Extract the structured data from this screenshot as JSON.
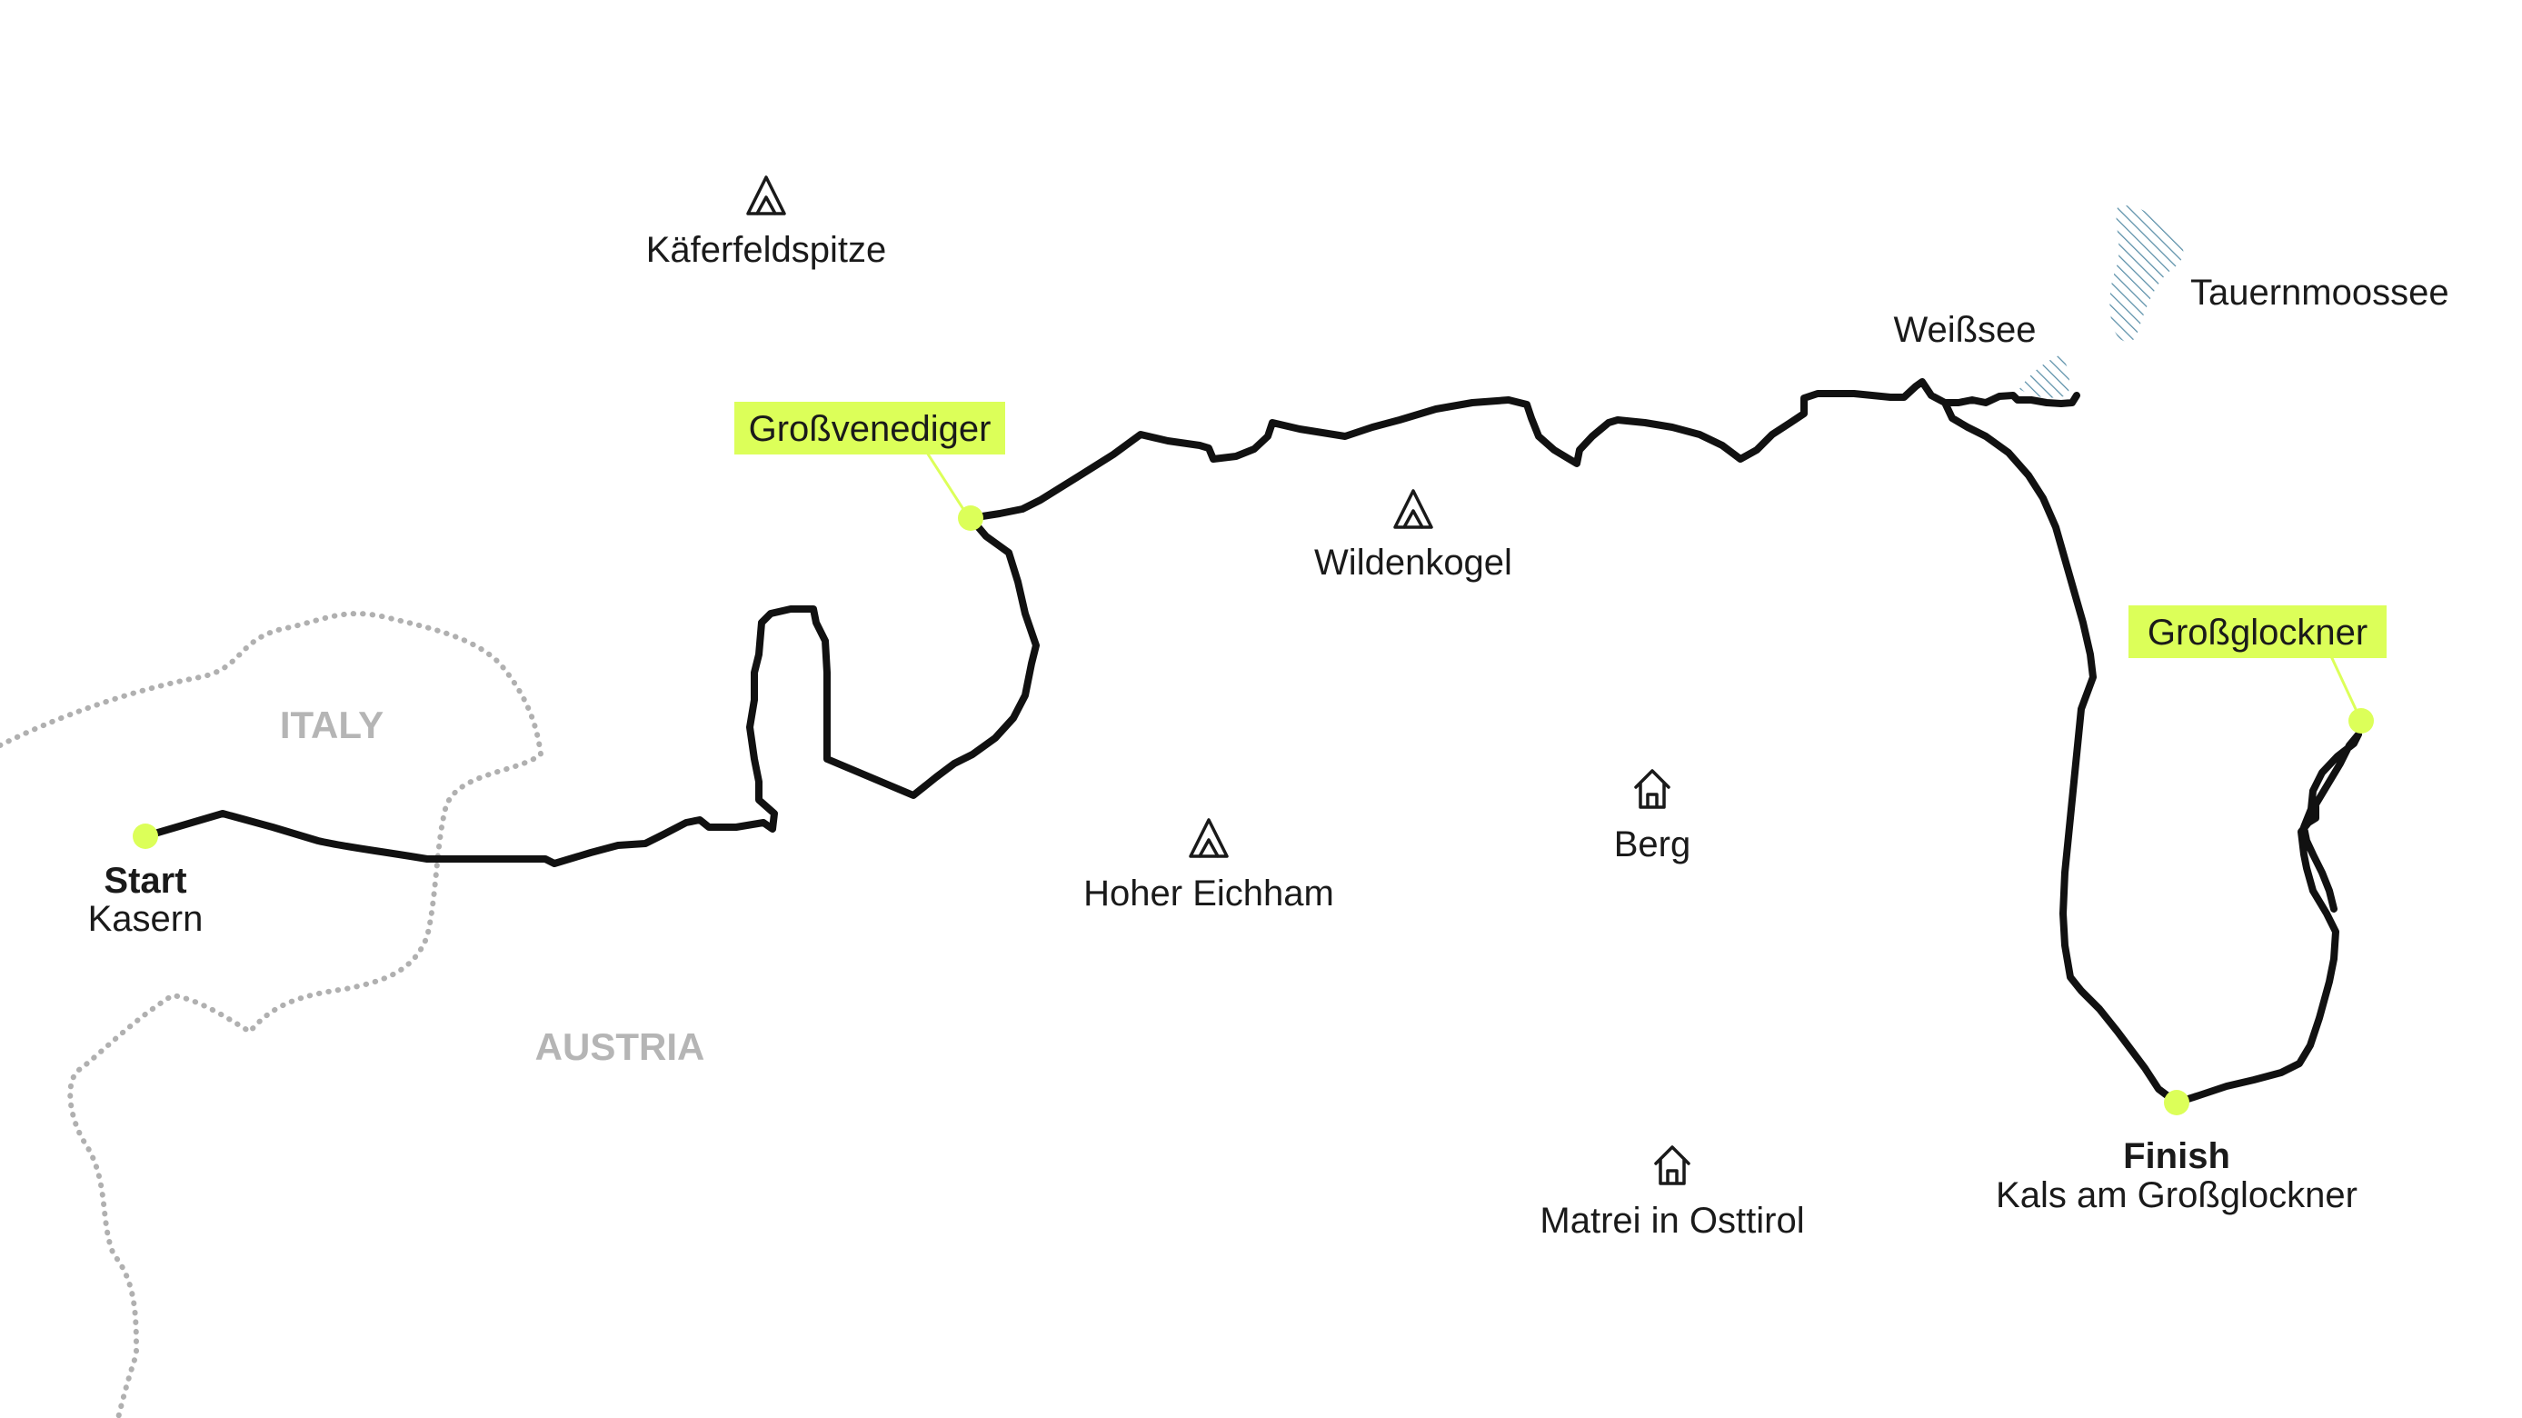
{
  "colors": {
    "route": "#111111",
    "highlight": "#dcff59",
    "border": "#b0b0b0",
    "country_label": "#b5b5b5",
    "lake": "#5a8fa8",
    "text": "#1a1a1a"
  },
  "countries": {
    "italy": "ITALY",
    "austria": "AUSTRIA"
  },
  "route": {
    "start_label": "Start",
    "start_place": "Kasern",
    "finish_label": "Finish",
    "finish_place": "Kals am Großglockner"
  },
  "highlights": {
    "grossvenediger": "Großvenediger",
    "grossglockner": "Großglockner"
  },
  "peaks": {
    "kaeferfeldspitze": {
      "name": "Käferfeldspitze",
      "icon": "mountain-icon"
    },
    "wildenkogel": {
      "name": "Wildenkogel",
      "icon": "mountain-icon"
    },
    "hoher_eichham": {
      "name": "Hoher Eichham",
      "icon": "mountain-icon"
    }
  },
  "villages": {
    "berg": {
      "name": "Berg",
      "icon": "house-icon"
    },
    "matrei": {
      "name": "Matrei in Osttirol",
      "icon": "house-icon"
    }
  },
  "lakes": {
    "weissee": {
      "name": "Weißsee"
    },
    "tauernmoossee": {
      "name": "Tauernmoossee"
    }
  }
}
